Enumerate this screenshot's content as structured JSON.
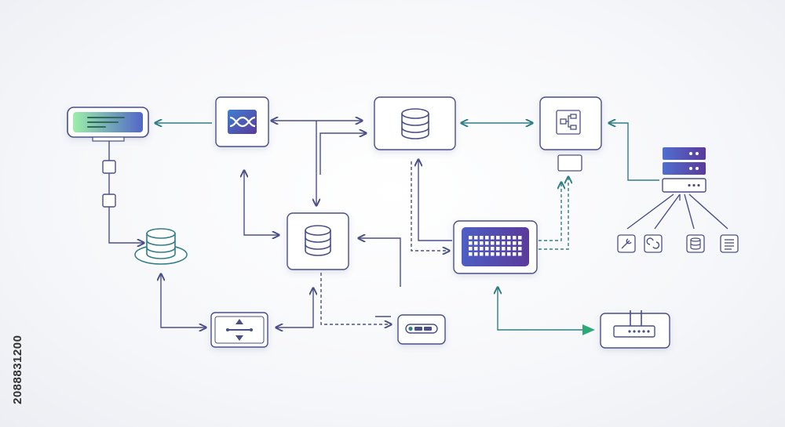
{
  "diagram": {
    "stock_id": "2088831200",
    "colors": {
      "stroke_dark": "#4a4f86",
      "stroke_teal": "#2f7d86",
      "stroke_gray": "#8a8fa3",
      "grad_green": "#9cf0a8",
      "grad_blue": "#5166c8",
      "grad_purple": "#5b3a9b",
      "arrow_green": "#2fa877"
    },
    "nodes": [
      {
        "id": "monitor",
        "icon": "display-panel-icon"
      },
      {
        "id": "exchange",
        "icon": "exchange-icon"
      },
      {
        "id": "db-top",
        "icon": "database-icon"
      },
      {
        "id": "flowchart",
        "icon": "flowchart-icon"
      },
      {
        "id": "server-stack",
        "icon": "server-stack-icon"
      },
      {
        "id": "db-center",
        "icon": "database-icon"
      },
      {
        "id": "db-ring",
        "icon": "database-ring-icon"
      },
      {
        "id": "display",
        "icon": "keyboard-grid-icon"
      },
      {
        "id": "sorter",
        "icon": "sort-arrows-icon"
      },
      {
        "id": "pill",
        "icon": "tag-icon"
      },
      {
        "id": "router",
        "icon": "router-icon"
      },
      {
        "id": "tool-1",
        "icon": "wrench-icon"
      },
      {
        "id": "tool-2",
        "icon": "link-icon"
      },
      {
        "id": "tool-3",
        "icon": "storage-icon"
      },
      {
        "id": "tool-4",
        "icon": "document-icon"
      }
    ]
  }
}
